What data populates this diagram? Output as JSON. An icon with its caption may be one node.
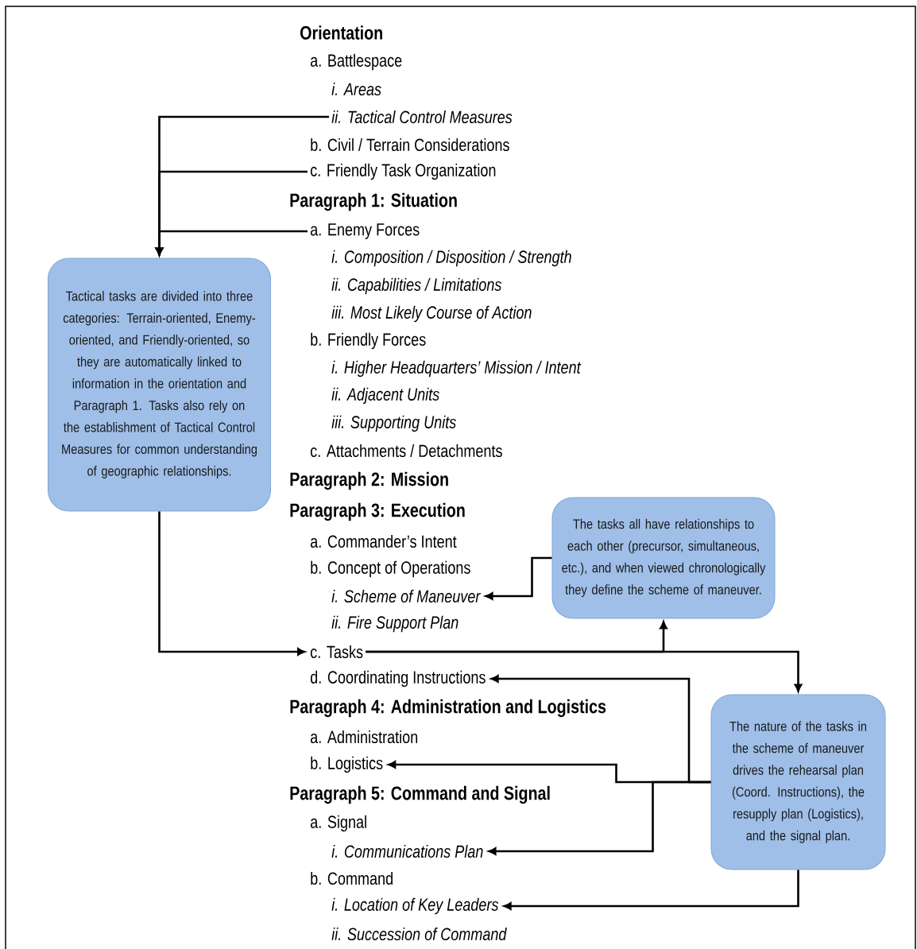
{
  "diagram": {
    "nodes": [
      {
        "text": [
          "ii. Tactical Control Measures"
        ]
      },
      {
        "text": [
          "c. Friendly Task Organization"
        ]
      },
      {
        "text": [
          "a. Enemy Forces"
        ]
      },
      {
        "text": [
          "Tactical tasks are divided into three categories: Terrain-oriented, Enemy-oriented, and Friendly-oriented, so they are automatically linked to information in the orientation and Paragraph 1. Tasks also rely on the establishment of Tactical Control Measures for common understanding of geographic relationships."
        ]
      },
      {
        "text": [
          "The tasks all have relationships to each other (precursor, simultaneous, etc.), and when viewed chronologically they define the scheme of maneuver."
        ]
      },
      {
        "text": [
          "i. Scheme of Maneuver"
        ]
      },
      {
        "text": [
          "c. Tasks"
        ]
      },
      {
        "text": [
          "d. Coordinating Instructions"
        ]
      },
      {
        "text": [
          "The nature of the tasks in the scheme of maneuver drives the rehearsal plan (Coord. Instructions), the resupply plan (Logistics), and the signal plan."
        ]
      },
      {
        "text": [
          "b. Logistics"
        ]
      },
      {
        "text": [
          "i. Communications Plan"
        ]
      },
      {
        "text": [
          "i. Location of Key Leaders"
        ]
      }
    ],
    "edges": [
      {
        "from": 0,
        "to": 3,
        "arrow": "to"
      },
      {
        "from": 1,
        "to": 3,
        "arrow": "to"
      },
      {
        "from": 2,
        "to": 3,
        "arrow": "to"
      },
      {
        "from": 3,
        "to": 6,
        "arrow": "to"
      },
      {
        "from": 4,
        "to": 5,
        "arrow": "to"
      },
      {
        "from": 6,
        "to": 4,
        "arrow": "to"
      },
      {
        "from": 6,
        "to": 8,
        "arrow": "to"
      },
      {
        "from": 8,
        "to": 7,
        "arrow": "to"
      },
      {
        "from": 8,
        "to": 9,
        "arrow": "to"
      },
      {
        "from": 8,
        "to": 10,
        "arrow": "to"
      },
      {
        "from": 8,
        "to": 11,
        "arrow": "to"
      }
    ],
    "labels": [
      "Orientation",
      "a. Battlespace",
      "i. Areas",
      "b. Civil / Terrain Considerations",
      "Paragraph 1: Situation",
      "i. Composition / Disposition / Strength",
      "ii. Capabilities / Limitations",
      "iii. Most Likely Course of Action",
      "b. Friendly Forces",
      "i. Higher Headquarters’ Mission / Intent",
      "ii. Adjacent Units",
      "iii. Supporting Units",
      "c. Attachments / Detachments",
      "Paragraph 2: Mission",
      "Paragraph 3: Execution",
      "a. Commander’s Intent",
      "b. Concept of Operations",
      "ii. Fire Support Plan",
      "Paragraph 4: Administration and Logistics",
      "a. Administration",
      "Paragraph 5: Command and Signal",
      "a. Signal",
      "b. Command",
      "ii. Succession of Command"
    ]
  }
}
